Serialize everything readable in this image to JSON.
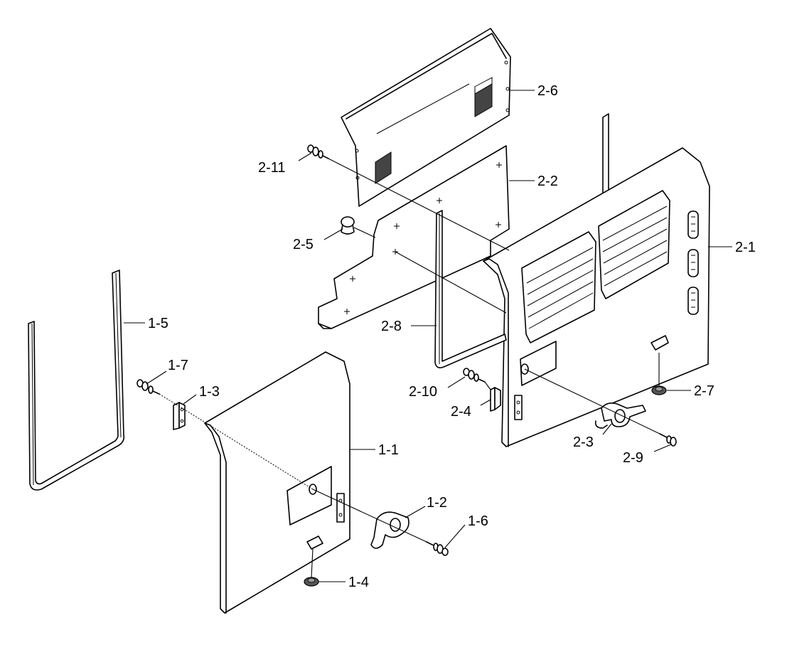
{
  "callouts": {
    "c_2_6": "2-6",
    "c_2_11": "2-11",
    "c_2_2": "2-2",
    "c_2_5": "2-5",
    "c_2_1": "2-1",
    "c_1_5": "1-5",
    "c_2_8": "2-8",
    "c_1_7": "1-7",
    "c_1_3": "1-3",
    "c_2_10": "2-10",
    "c_2_7": "2-7",
    "c_2_4": "2-4",
    "c_1_1": "1-1",
    "c_2_3": "2-3",
    "c_2_9": "2-9",
    "c_1_2": "1-2",
    "c_1_6": "1-6",
    "c_1_4": "1-4"
  }
}
